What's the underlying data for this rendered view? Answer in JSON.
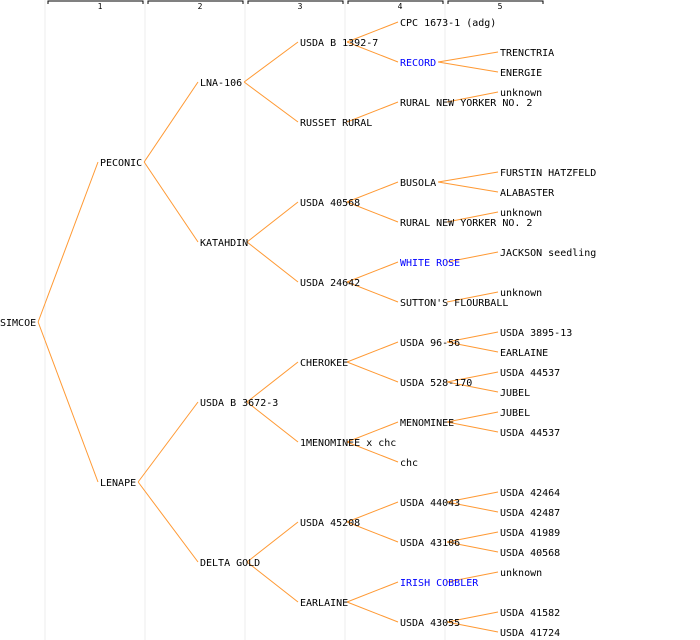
{
  "colors": {
    "edge": "#ff9933",
    "text": "#000000",
    "link": "#0000ff",
    "divider": "#eeeeee",
    "header": "#000000"
  },
  "generations": [
    "1",
    "2",
    "3",
    "4",
    "5"
  ],
  "nodes": [
    {
      "id": "n1",
      "label": "SIMCOE",
      "gen": 1,
      "row": 16,
      "parent": null,
      "link": false
    },
    {
      "id": "n2",
      "label": "PECONIC",
      "gen": 2,
      "row": 8,
      "parent": "n1",
      "link": false
    },
    {
      "id": "n3",
      "label": "LENAPE",
      "gen": 2,
      "row": 24,
      "parent": "n1",
      "link": false
    },
    {
      "id": "n4",
      "label": "LNA-106",
      "gen": 3,
      "row": 4,
      "parent": "n2",
      "link": false
    },
    {
      "id": "n5",
      "label": "KATAHDIN",
      "gen": 3,
      "row": 12,
      "parent": "n2",
      "link": false
    },
    {
      "id": "n6",
      "label": "USDA B 3672-3",
      "gen": 3,
      "row": 20,
      "parent": "n3",
      "link": false
    },
    {
      "id": "n7",
      "label": "DELTA GOLD",
      "gen": 3,
      "row": 28,
      "parent": "n3",
      "link": false
    },
    {
      "id": "n8",
      "label": "USDA B 1392-7",
      "gen": 4,
      "row": 2,
      "parent": "n4",
      "link": false
    },
    {
      "id": "n9",
      "label": "RUSSET RURAL",
      "gen": 4,
      "row": 6,
      "parent": "n4",
      "link": false
    },
    {
      "id": "n10",
      "label": "USDA 40568",
      "gen": 4,
      "row": 10,
      "parent": "n5",
      "link": false
    },
    {
      "id": "n11",
      "label": "USDA 24642",
      "gen": 4,
      "row": 14,
      "parent": "n5",
      "link": false
    },
    {
      "id": "n12",
      "label": "CHEROKEE",
      "gen": 4,
      "row": 18,
      "parent": "n6",
      "link": false
    },
    {
      "id": "n13",
      "label": "1MENOMINEE x chc",
      "gen": 4,
      "row": 22,
      "parent": "n6",
      "link": false
    },
    {
      "id": "n14",
      "label": "USDA 45208",
      "gen": 4,
      "row": 26,
      "parent": "n7",
      "link": false
    },
    {
      "id": "n15",
      "label": "EARLAINE",
      "gen": 4,
      "row": 30,
      "parent": "n7",
      "link": false
    },
    {
      "id": "n16",
      "label": "CPC 1673-1 (adg)",
      "gen": 5,
      "row": 1,
      "parent": "n8",
      "link": false
    },
    {
      "id": "n17",
      "label": "RECORD",
      "gen": 5,
      "row": 3,
      "parent": "n8",
      "link": true
    },
    {
      "id": "n18",
      "label": "RURAL NEW YORKER NO. 2",
      "gen": 5,
      "row": 5,
      "parent": "n9",
      "link": false
    },
    {
      "id": "n19",
      "label": "BUSOLA",
      "gen": 5,
      "row": 9,
      "parent": "n10",
      "link": false
    },
    {
      "id": "n20",
      "label": "RURAL NEW YORKER NO. 2",
      "gen": 5,
      "row": 11,
      "parent": "n10",
      "link": false
    },
    {
      "id": "n21",
      "label": "WHITE ROSE",
      "gen": 5,
      "row": 13,
      "parent": "n11",
      "link": true
    },
    {
      "id": "n22",
      "label": "SUTTON'S FLOURBALL",
      "gen": 5,
      "row": 15,
      "parent": "n11",
      "link": false
    },
    {
      "id": "n23",
      "label": "USDA 96-56",
      "gen": 5,
      "row": 17,
      "parent": "n12",
      "link": false
    },
    {
      "id": "n24",
      "label": "USDA 528-170",
      "gen": 5,
      "row": 19,
      "parent": "n12",
      "link": false
    },
    {
      "id": "n25",
      "label": "MENOMINEE",
      "gen": 5,
      "row": 21,
      "parent": "n13",
      "link": false
    },
    {
      "id": "n26",
      "label": "chc",
      "gen": 5,
      "row": 23,
      "parent": "n13",
      "link": false
    },
    {
      "id": "n27",
      "label": "USDA 44043",
      "gen": 5,
      "row": 25,
      "parent": "n14",
      "link": false
    },
    {
      "id": "n28",
      "label": "USDA 43106",
      "gen": 5,
      "row": 27,
      "parent": "n14",
      "link": false
    },
    {
      "id": "n29",
      "label": "IRISH COBBLER",
      "gen": 5,
      "row": 29,
      "parent": "n15",
      "link": true
    },
    {
      "id": "n30",
      "label": "USDA 43055",
      "gen": 5,
      "row": 31,
      "parent": "n15",
      "link": false
    },
    {
      "id": "n31",
      "label": "TRENCTRIA",
      "gen": 6,
      "row": 2.5,
      "parent": "n17",
      "link": false
    },
    {
      "id": "n32",
      "label": "ENERGIE",
      "gen": 6,
      "row": 3.5,
      "parent": "n17",
      "link": false
    },
    {
      "id": "n33",
      "label": "unknown",
      "gen": 6,
      "row": 4.5,
      "parent": "n18",
      "link": false
    },
    {
      "id": "n34",
      "label": "FURSTIN HATZFELD",
      "gen": 6,
      "row": 8.5,
      "parent": "n19",
      "link": false
    },
    {
      "id": "n35",
      "label": "ALABASTER",
      "gen": 6,
      "row": 9.5,
      "parent": "n19",
      "link": false
    },
    {
      "id": "n36",
      "label": "unknown",
      "gen": 6,
      "row": 10.5,
      "parent": "n20",
      "link": false
    },
    {
      "id": "n37",
      "label": "JACKSON seedling",
      "gen": 6,
      "row": 12.5,
      "parent": "n21",
      "link": false
    },
    {
      "id": "n38",
      "label": "unknown",
      "gen": 6,
      "row": 14.5,
      "parent": "n22",
      "link": false
    },
    {
      "id": "n39",
      "label": "USDA 3895-13",
      "gen": 6,
      "row": 16.5,
      "parent": "n23",
      "link": false
    },
    {
      "id": "n40",
      "label": "EARLAINE",
      "gen": 6,
      "row": 17.5,
      "parent": "n23",
      "link": false
    },
    {
      "id": "n41",
      "label": "USDA 44537",
      "gen": 6,
      "row": 18.5,
      "parent": "n24",
      "link": false
    },
    {
      "id": "n42",
      "label": "JUBEL",
      "gen": 6,
      "row": 19.5,
      "parent": "n24",
      "link": false
    },
    {
      "id": "n43",
      "label": "JUBEL",
      "gen": 6,
      "row": 20.5,
      "parent": "n25",
      "link": false
    },
    {
      "id": "n44",
      "label": "USDA 44537",
      "gen": 6,
      "row": 21.5,
      "parent": "n25",
      "link": false
    },
    {
      "id": "n45",
      "label": "USDA 42464",
      "gen": 6,
      "row": 24.5,
      "parent": "n27",
      "link": false
    },
    {
      "id": "n46",
      "label": "USDA 42487",
      "gen": 6,
      "row": 25.5,
      "parent": "n27",
      "link": false
    },
    {
      "id": "n47",
      "label": "USDA 41989",
      "gen": 6,
      "row": 26.5,
      "parent": "n28",
      "link": false
    },
    {
      "id": "n48",
      "label": "USDA 40568",
      "gen": 6,
      "row": 27.5,
      "parent": "n28",
      "link": false
    },
    {
      "id": "n49",
      "label": "unknown",
      "gen": 6,
      "row": 28.5,
      "parent": "n29",
      "link": false
    },
    {
      "id": "n50",
      "label": "USDA 41582",
      "gen": 6,
      "row": 30.5,
      "parent": "n30",
      "link": false
    },
    {
      "id": "n51",
      "label": "USDA 41724",
      "gen": 6,
      "row": 31.5,
      "parent": "n30",
      "link": false
    }
  ]
}
